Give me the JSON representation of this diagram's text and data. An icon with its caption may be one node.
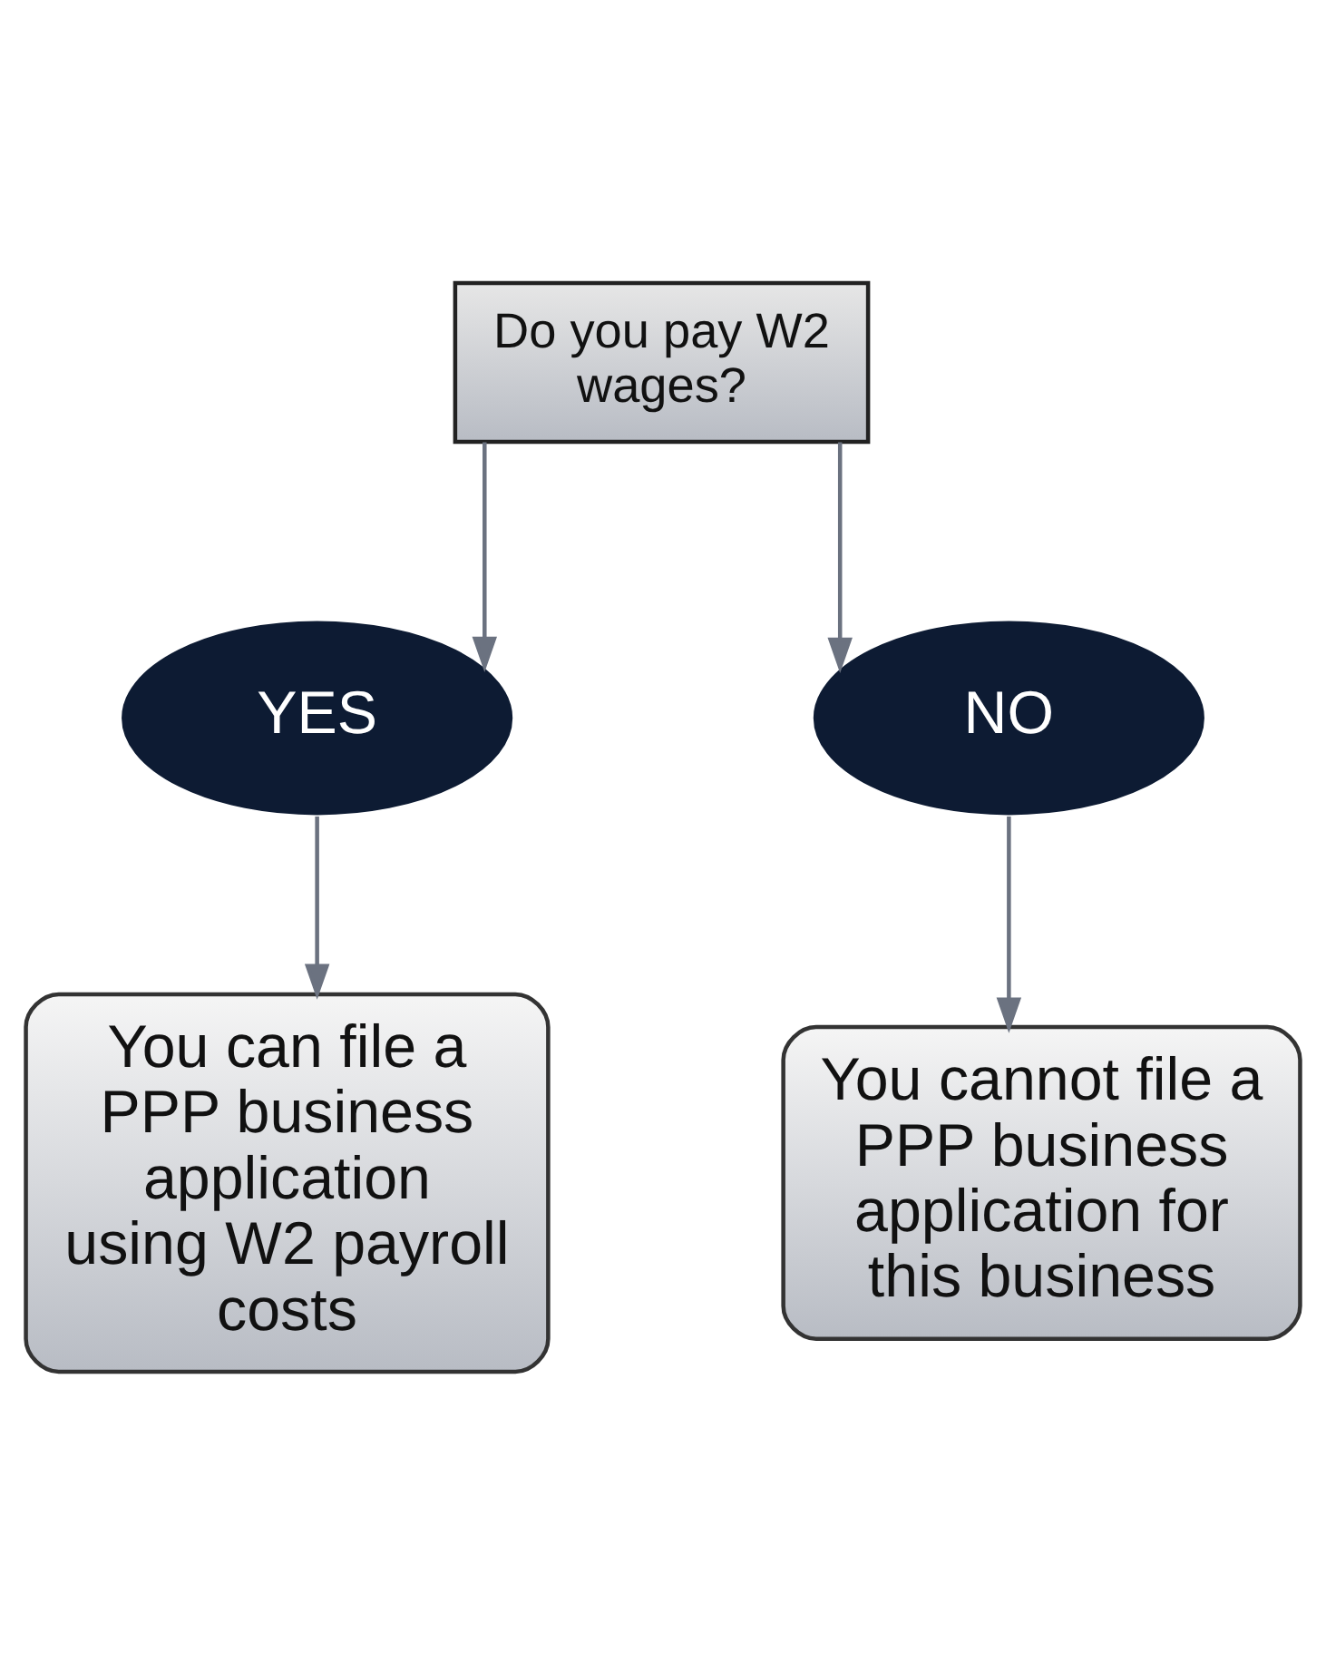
{
  "diagram": {
    "nodes": [
      {
        "text": [
          "Do you pay W2 wages?"
        ]
      },
      {
        "text": [
          "YES"
        ]
      },
      {
        "text": [
          "NO"
        ]
      },
      {
        "text": [
          "You can file a PPP business application using W2 payroll costs"
        ]
      },
      {
        "text": [
          "You cannot file a PPP business application for this business"
        ]
      }
    ],
    "edges": [
      {
        "from": 0,
        "to": 1,
        "arrow": "to"
      },
      {
        "from": 0,
        "to": 2,
        "arrow": "to"
      },
      {
        "from": 1,
        "to": 3,
        "arrow": "to"
      },
      {
        "from": 2,
        "to": 4,
        "arrow": "to"
      }
    ]
  }
}
